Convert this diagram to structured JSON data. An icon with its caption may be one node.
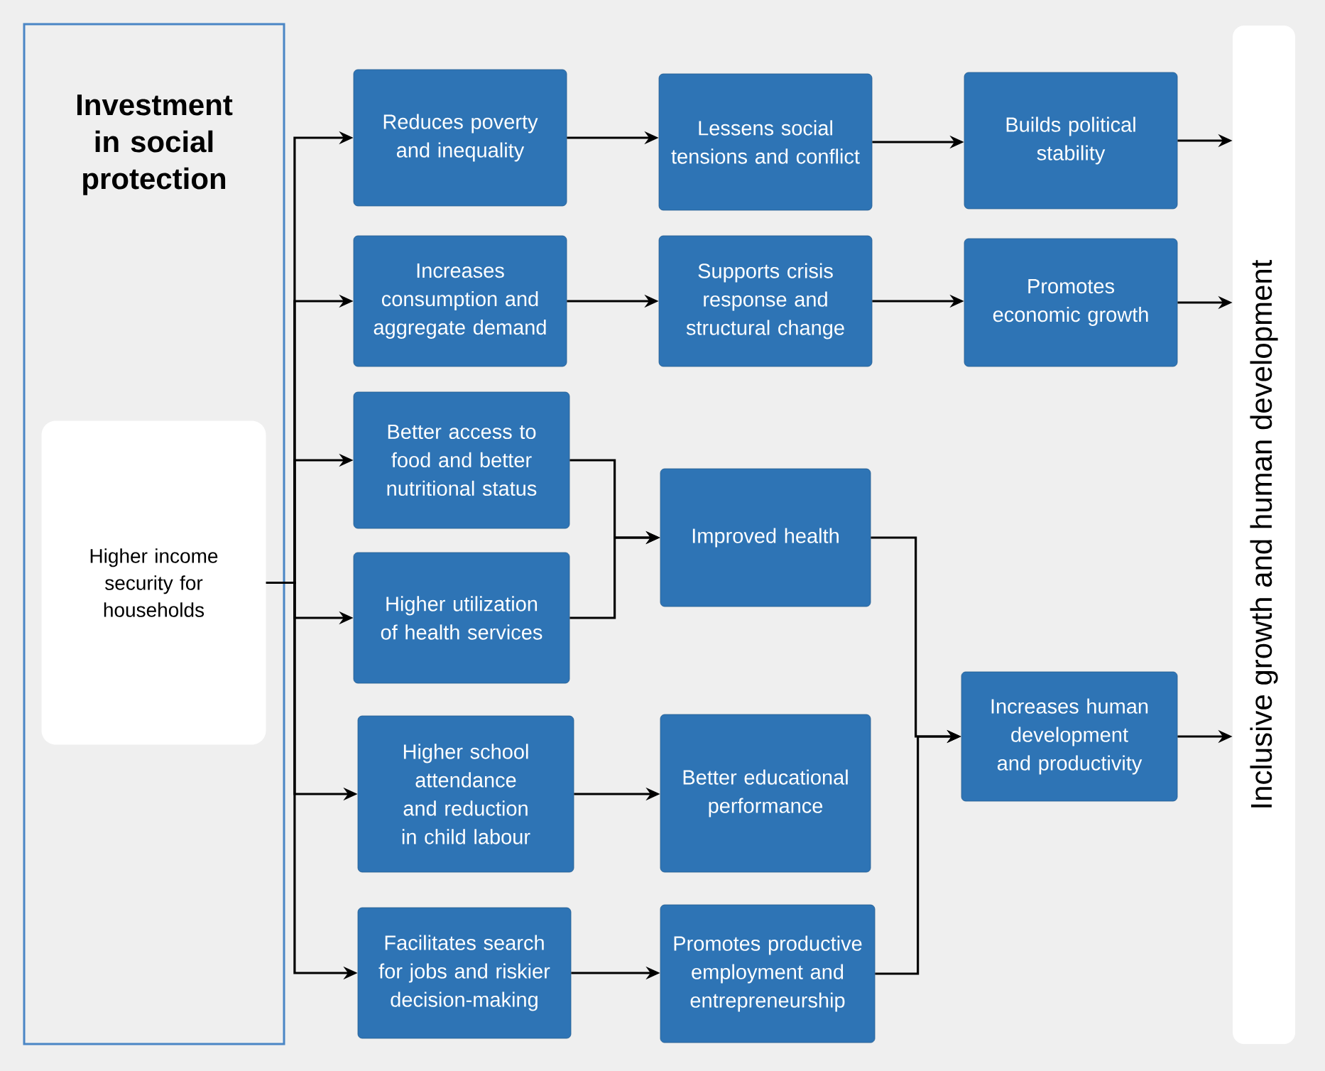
{
  "diagram": {
    "nodes": [
      {
        "text": [
          "Investment in social protection"
        ]
      },
      {
        "text": [
          "Higher income security for households"
        ],
        "in": 0
      },
      {
        "text": [
          "Reduces poverty and inequality"
        ]
      },
      {
        "text": [
          "Lessens social tensions and conflict"
        ]
      },
      {
        "text": [
          "Builds political stability"
        ]
      },
      {
        "text": [
          "Increases consumption and aggregate demand"
        ]
      },
      {
        "text": [
          "Supports crisis response and structural change"
        ]
      },
      {
        "text": [
          "Promotes economic growth"
        ]
      },
      {
        "text": [
          "Better access to food and better nutritional status"
        ]
      },
      {
        "text": [
          "Higher utilization of health services"
        ]
      },
      {
        "text": [
          "Improved health"
        ]
      },
      {
        "text": [
          "Higher school attendance and reduction in child labour"
        ]
      },
      {
        "text": [
          "Better educational performance"
        ]
      },
      {
        "text": [
          "Facilitates search for jobs and riskier decision-making"
        ]
      },
      {
        "text": [
          "Promotes productive employment and entrepreneurship"
        ]
      },
      {
        "text": [
          "Increases human development and productivity"
        ]
      },
      {
        "text": [
          "Inclusive growth and human development"
        ]
      }
    ],
    "edges": [
      {
        "from": 1,
        "to": 2,
        "arrow": "to"
      },
      {
        "from": 1,
        "to": 5,
        "arrow": "to"
      },
      {
        "from": 1,
        "to": 8,
        "arrow": "to"
      },
      {
        "from": 1,
        "to": 9,
        "arrow": "to"
      },
      {
        "from": 1,
        "to": 11,
        "arrow": "to"
      },
      {
        "from": 1,
        "to": 13,
        "arrow": "to"
      },
      {
        "from": 2,
        "to": 3,
        "arrow": "to"
      },
      {
        "from": 3,
        "to": 4,
        "arrow": "to"
      },
      {
        "from": 4,
        "to": 16,
        "arrow": "to"
      },
      {
        "from": 5,
        "to": 6,
        "arrow": "to"
      },
      {
        "from": 6,
        "to": 7,
        "arrow": "to"
      },
      {
        "from": 7,
        "to": 16,
        "arrow": "to"
      },
      {
        "from": 8,
        "to": 10,
        "arrow": "to"
      },
      {
        "from": 9,
        "to": 10,
        "arrow": "to"
      },
      {
        "from": 10,
        "to": 15,
        "arrow": "to"
      },
      {
        "from": 14,
        "to": 15,
        "arrow": "to"
      },
      {
        "from": 11,
        "to": 12,
        "arrow": "to"
      },
      {
        "from": 13,
        "to": 14,
        "arrow": "to"
      },
      {
        "from": 15,
        "to": 16,
        "arrow": "to"
      }
    ]
  }
}
